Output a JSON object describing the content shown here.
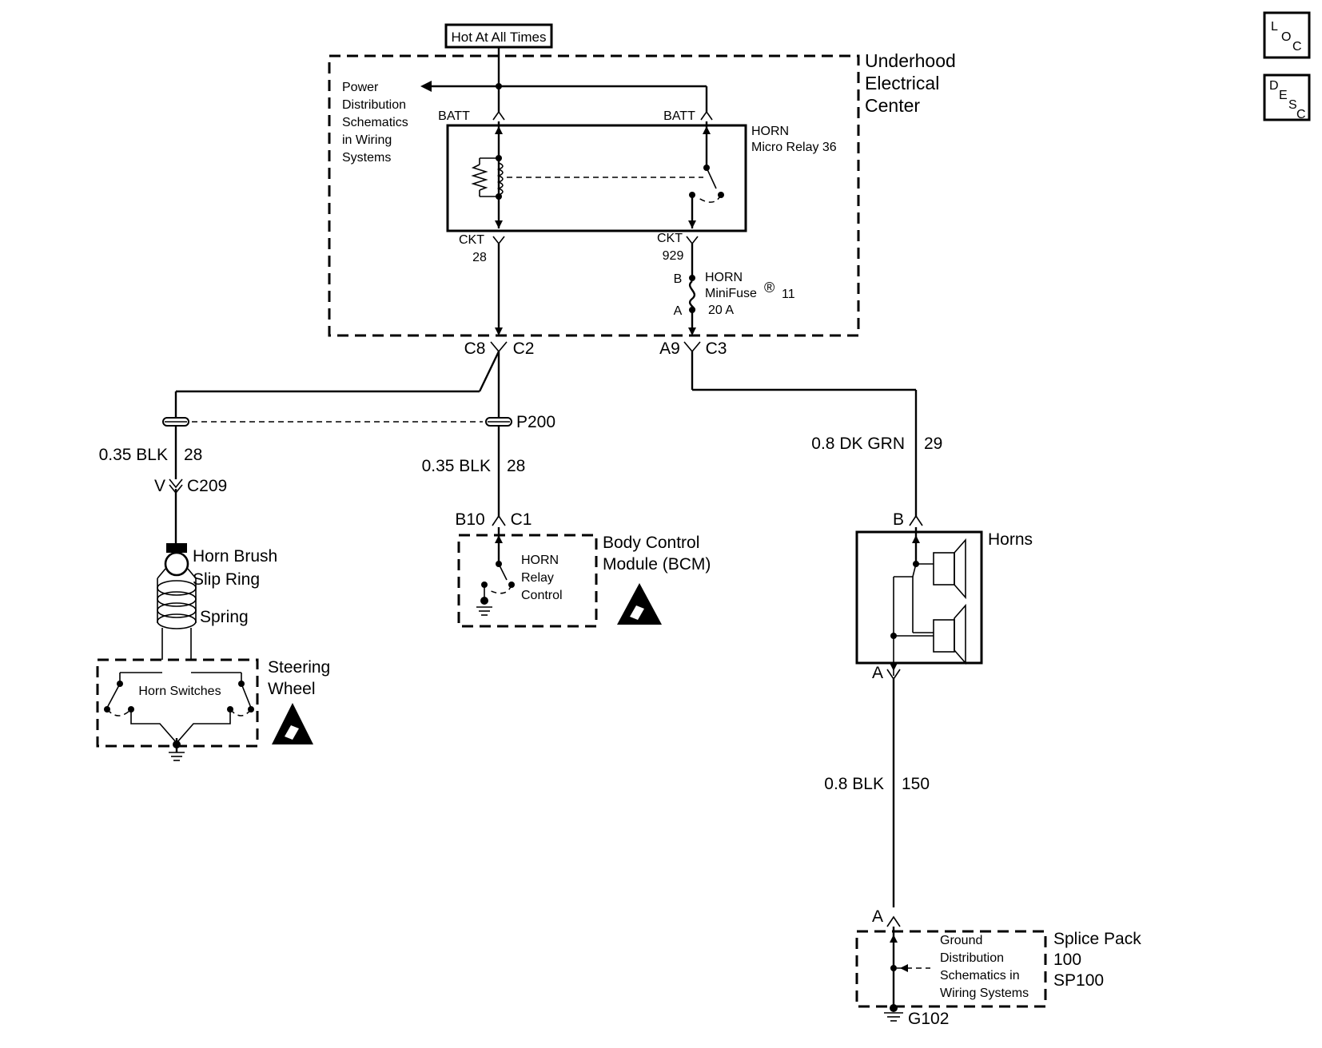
{
  "supply": {
    "hot_at_all_times": "Hot At All Times"
  },
  "uec": {
    "name_line1": "Underhood",
    "name_line2": "Electrical",
    "name_line3": "Center",
    "power_ref": [
      "Power",
      "Distribution",
      "Schematics",
      "in Wiring",
      "Systems"
    ],
    "batt_left": "BATT",
    "batt_right": "BATT",
    "relay_line1": "HORN",
    "relay_line2": "Micro Relay 36",
    "ckt_left_label": "CKT",
    "ckt_left_num": "28",
    "ckt_right_label": "CKT",
    "ckt_right_num": "929",
    "fuse_pin_b": "B",
    "fuse_pin_a": "A",
    "fuse_line1": "HORN",
    "fuse_line2": "MiniFuse",
    "fuse_reg": "®",
    "fuse_num": "11",
    "fuse_rating": "20 A"
  },
  "connectors": {
    "c8": "C8",
    "c2": "C2",
    "a9": "A9",
    "c3": "C3",
    "p200": "P200",
    "v": "V",
    "c209": "C209",
    "b10": "B10",
    "c1": "C1",
    "horns_b": "B",
    "horns_a": "A",
    "sp_a": "A",
    "g102": "G102"
  },
  "wires": {
    "left_gauge": "0.35 BLK",
    "left_circuit": "28",
    "mid_gauge": "0.35 BLK",
    "mid_circuit": "28",
    "grn_gauge": "0.8 DK GRN",
    "grn_circuit": "29",
    "blk_gauge": "0.8 BLK",
    "blk_circuit": "150"
  },
  "components": {
    "horn_brush_line1": "Horn Brush",
    "horn_brush_line2": "Slip Ring",
    "spring": "Spring",
    "horn_switches": "Horn Switches",
    "steering_line1": "Steering",
    "steering_line2": "Wheel",
    "bcm_relay_line1": "HORN",
    "bcm_relay_line2": "Relay",
    "bcm_relay_line3": "Control",
    "bcm_line1": "Body Control",
    "bcm_line2": "Module (BCM)",
    "horns": "Horns",
    "sp_ref": [
      "Ground",
      "Distribution",
      "Schematics in",
      "Wiring Systems"
    ],
    "sp_line1": "Splice Pack",
    "sp_line2": "100",
    "sp_line3": "SP100"
  },
  "side_buttons": {
    "loc": [
      "L",
      "O",
      "C"
    ],
    "desc": [
      "D",
      "E",
      "S",
      "C"
    ]
  }
}
